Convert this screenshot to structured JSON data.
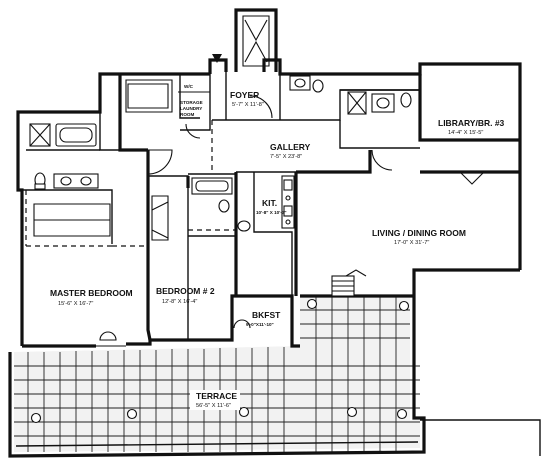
{
  "rooms": {
    "foyer": {
      "name": "FOYER",
      "dims": "5'-7\" X 11'-8\""
    },
    "storage": {
      "line1": "STORAGE",
      "line2": "LAUNDRY",
      "line3": "ROOM"
    },
    "wic": {
      "name": "W/C"
    },
    "library": {
      "name": "LIBRARY/BR. #3",
      "dims": "14'-4\" X 15'-5\""
    },
    "gallery": {
      "name": "GALLERY",
      "dims": "7'-5\" X 23'-8\""
    },
    "kitchen": {
      "name": "KIT.",
      "dims": "10'-8\" X 10'-3\""
    },
    "living": {
      "name": "LIVING / DINING ROOM",
      "dims": "17'-0\" X 31'-7\""
    },
    "master": {
      "name": "MASTER BEDROOM",
      "dims": "15'-6\" X 16'-7\""
    },
    "bedroom2": {
      "name": "BEDROOM # 2",
      "dims": "12'-8\" X 16'-4\""
    },
    "bkfst": {
      "name": "BKFST",
      "dims": "9'-0\"X11'-10\""
    },
    "terrace": {
      "name": "TERRACE",
      "dims": "56'-5\" X 11'-6\""
    }
  }
}
